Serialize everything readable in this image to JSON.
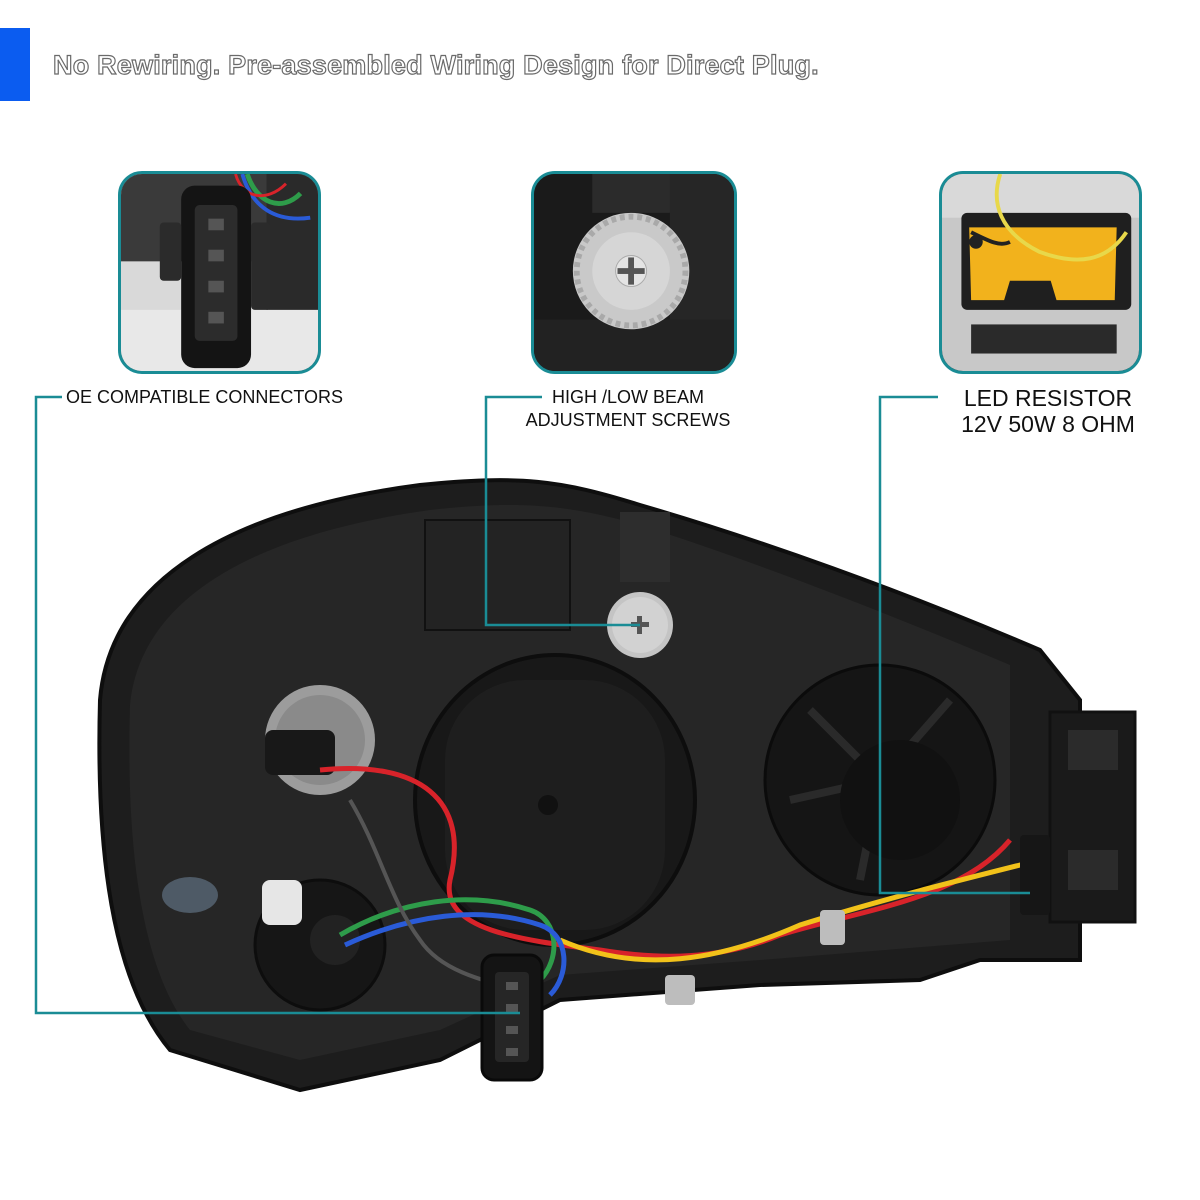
{
  "headline": "No Rewiring. Pre-assembled Wiring Design for Direct Plug.",
  "colors": {
    "accent": "#0b5cf0",
    "callout_line": "#1a8c95",
    "inset_border": "#1a8c95",
    "housing": "#1f1f1f",
    "wire_red": "#d8232a",
    "wire_yellow": "#f2c21a",
    "wire_green": "#2e9c4a",
    "wire_blue": "#2a5bd7"
  },
  "insets": [
    {
      "id": "connector",
      "label": "OE COMPATIBLE CONNECTORS"
    },
    {
      "id": "screw",
      "label_line1": "HIGH /LOW BEAM",
      "label_line2": "ADJUSTMENT SCREWS"
    },
    {
      "id": "resistor",
      "label_line1": "LED RESISTOR",
      "label_line2": "12V 50W 8 OHM"
    }
  ]
}
